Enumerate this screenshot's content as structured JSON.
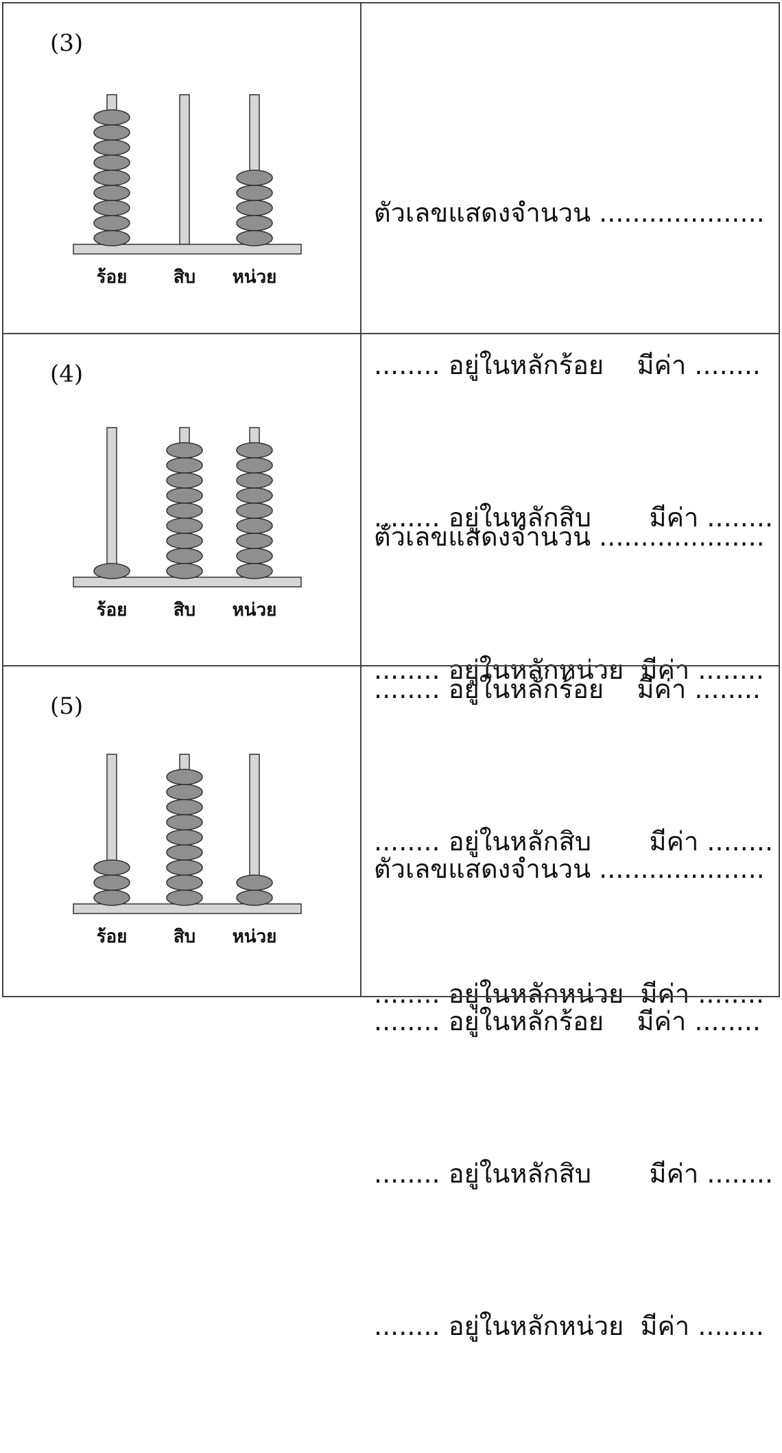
{
  "labels": {
    "hundreds": "ร้อย",
    "tens": "สิบ",
    "units": "หน่วย"
  },
  "answer_lines": {
    "number": "ตัวเลขแสดงจำนวน ....................",
    "hundreds": "........ อยู่ในหลักร้อย    มีค่า ........",
    "tens": "........ อยู่ในหลักสิบ       มีค่า ........",
    "units": "........ อยู่ในหลักหน่วย  มีค่า ........"
  },
  "problems": [
    {
      "label": "(3)",
      "beads": {
        "hundreds": 9,
        "tens": 0,
        "units": 5
      }
    },
    {
      "label": "(4)",
      "beads": {
        "hundreds": 1,
        "tens": 9,
        "units": 9
      }
    },
    {
      "label": "(5)",
      "beads": {
        "hundreds": 3,
        "tens": 9,
        "units": 2
      }
    }
  ],
  "colors": {
    "bead_fill": "#8f8f8f",
    "rod_fill": "#d6d6d6",
    "stroke": "#333333"
  }
}
